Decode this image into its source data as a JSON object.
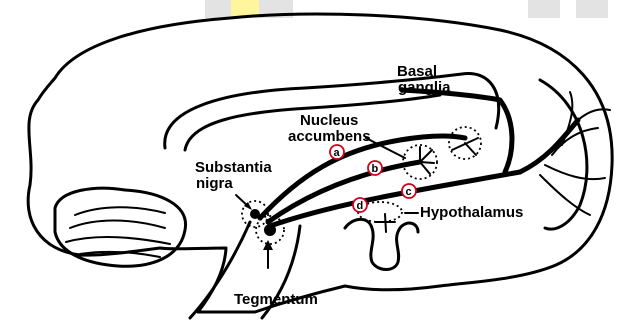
{
  "labels": {
    "basal_ganglia": [
      "Basal",
      "ganglia"
    ],
    "nucleus_accumbens": [
      "Nucleus",
      "accumbens"
    ],
    "substantia_nigra": [
      "Substantia",
      "nigra"
    ],
    "hypothalamus": "Hypothalamus",
    "tegmentum": "Tegmentum"
  },
  "markers": [
    "a",
    "b",
    "c",
    "d"
  ],
  "colors": {
    "line": "#000000",
    "marker_ring": "#d0021b",
    "top_accent_yellow": "#fff59d",
    "top_accent_gray": "#dddddd"
  }
}
